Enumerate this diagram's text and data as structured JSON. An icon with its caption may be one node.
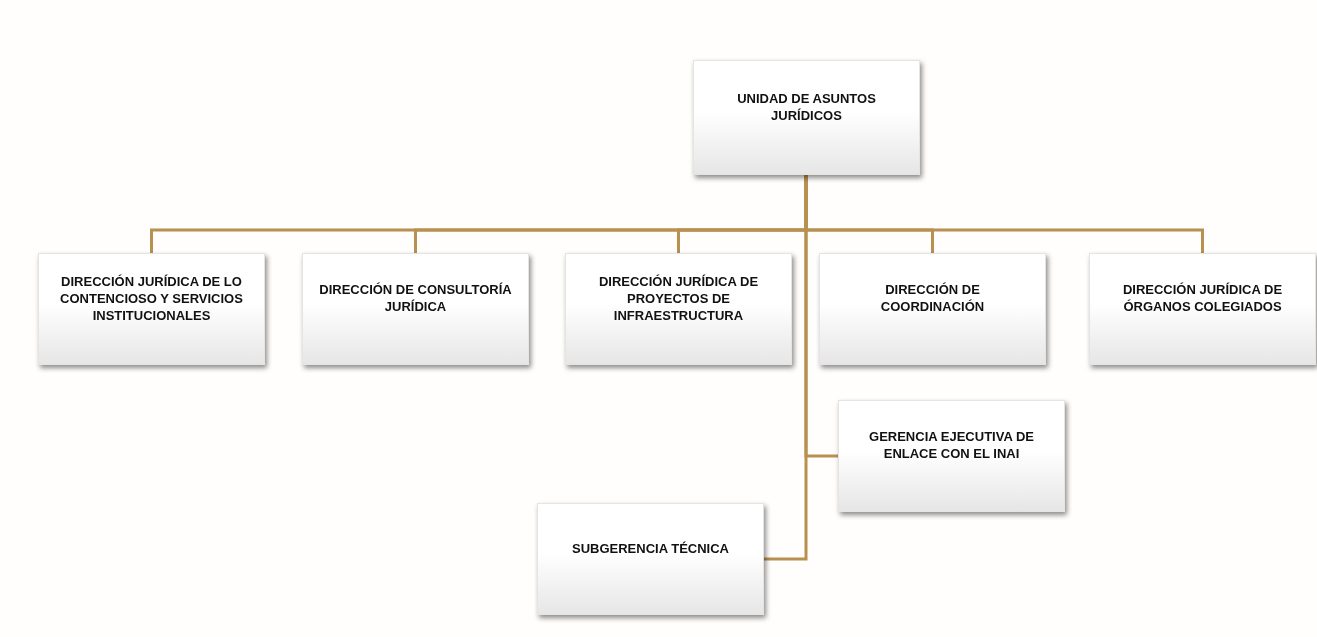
{
  "diagram": {
    "nodes": [
      {
        "text": [
          "UNIDAD DE ASUNTOS JURÍDICOS"
        ]
      },
      {
        "text": [
          "DIRECCIÓN JURÍDICA DE LO CONTENCIOSO Y SERVICIOS INSTITUCIONALES"
        ]
      },
      {
        "text": [
          "DIRECCIÓN DE CONSULTORÍA JURÍDICA"
        ]
      },
      {
        "text": [
          "DIRECCIÓN JURÍDICA DE PROYECTOS DE INFRAESTRUCTURA"
        ]
      },
      {
        "text": [
          "DIRECCIÓN DE COORDINACIÓN"
        ]
      },
      {
        "text": [
          "DIRECCIÓN JURÍDICA DE ÓRGANOS COLEGIADOS"
        ]
      },
      {
        "text": [
          "GERENCIA EJECUTIVA DE ENLACE CON EL INAI"
        ]
      },
      {
        "text": [
          "SUBGERENCIA TÉCNICA"
        ]
      }
    ],
    "edges": [
      {
        "from": 0,
        "to": 1,
        "arrow": "none"
      },
      {
        "from": 0,
        "to": 2,
        "arrow": "none"
      },
      {
        "from": 0,
        "to": 3,
        "arrow": "none"
      },
      {
        "from": 0,
        "to": 4,
        "arrow": "none"
      },
      {
        "from": 0,
        "to": 5,
        "arrow": "none"
      },
      {
        "from": 0,
        "to": 6,
        "arrow": "none"
      },
      {
        "from": 0,
        "to": 7,
        "arrow": "none"
      }
    ]
  }
}
